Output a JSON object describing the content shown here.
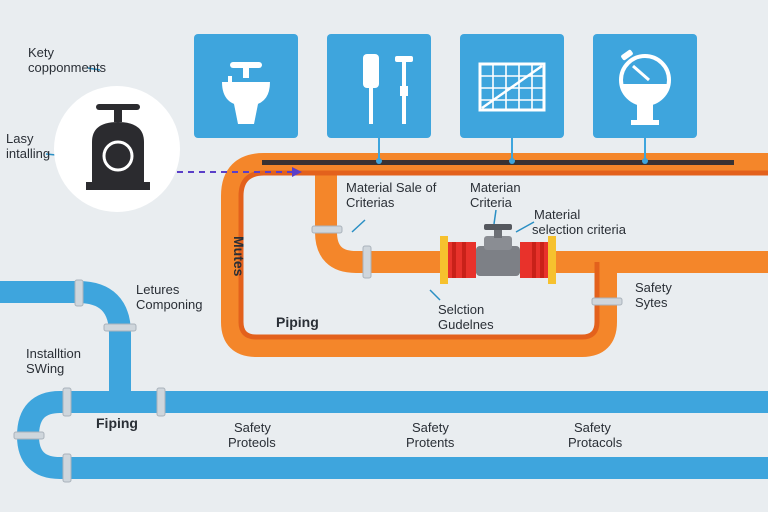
{
  "labels": {
    "key_components": [
      "Kety",
      "copponments"
    ],
    "easy_installing": [
      "Lasy",
      "intalling"
    ],
    "material_sale": [
      "Material Sale of",
      "Criterias"
    ],
    "materian_criteria": [
      "Materian",
      "Criteria"
    ],
    "material_selection": [
      "Material",
      "selection criteria"
    ],
    "mutes": "Mutes",
    "piping_orange": "Piping",
    "selection_guidelines": [
      "Selction",
      "Gudelnes"
    ],
    "safety_sytes": [
      "Safety",
      "Sytes"
    ],
    "letures_componing": [
      "Letures",
      "Componing"
    ],
    "installation_swing": [
      "Installtion",
      "SWing"
    ],
    "piping_blue": "Fiping",
    "safety_protols": [
      "Safety",
      "Proteols"
    ],
    "safety_protents": [
      "Safety",
      "Protents"
    ],
    "safety_protocols": [
      "Safety",
      "Protacols"
    ]
  },
  "colors": {
    "background": "#e9edf0",
    "tile": "#3ea5dd",
    "orange_pipe": "#f4862a",
    "blue_pipe": "#3ea5dd",
    "valve_red": "#e8322b",
    "flange_yellow": "#f6c12e",
    "dashed_line": "#5a3fc8"
  },
  "icons": [
    "sink-faucet-icon",
    "tools-icon",
    "grid-panel-icon",
    "pressure-gauge-icon",
    "gate-valve-icon"
  ]
}
